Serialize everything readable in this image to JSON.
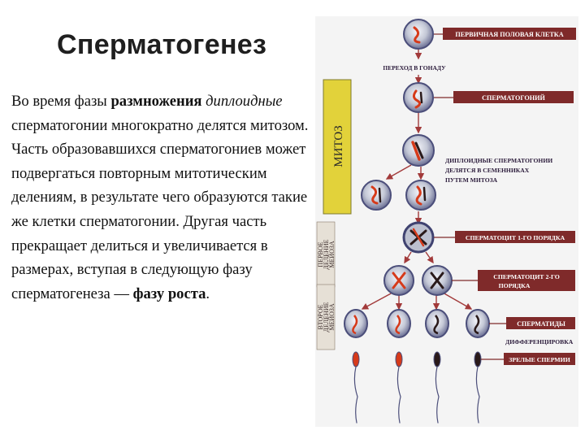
{
  "title": "Сперматогенез",
  "paragraph": {
    "p1": "Во время фазы ",
    "b1": "размножения",
    "i1": "диплоидные",
    "p2": " сперматогонии многократно делятся митозом. Часть образовавшихся сперматогониев может подвергаться повторным митотическим делениям, в результате чего образуются такие же клетки сперматогонии. Другая часть прекращает делиться и увеличивается в размерах, вступая в следующую фазу сперматогенеза — ",
    "b2": "фазу роста",
    "p3": "."
  },
  "diagram": {
    "labels": {
      "primary_cell": "ПЕРВИЧНАЯ ПОЛОВАЯ КЛЕТКА",
      "transition": "ПЕРЕХОД В ГОНАДУ",
      "spermatogonium": "СПЕРМАТОГОНИЙ",
      "diploid_line1": "ДИПЛОИДНЫЕ СПЕРМАТОГОНИИ",
      "diploid_line2": "ДЕЛЯТСЯ В СЕМЕННИКАХ",
      "diploid_line3": "ПУТЕМ МИТОЗА",
      "spermatocyte1": "СПЕРМАТОЦИТ 1-ГО ПОРЯДКА",
      "spermatocyte2_line1": "СПЕРМАТОЦИТ 2-ГО",
      "spermatocyte2_line2": "ПОРЯДКА",
      "spermatids": "СПЕРМАТИДЫ",
      "differentiation": "ДИФФЕРЕНЦИРОВКА",
      "mature": "ЗРЕЛЫЕ СПЕРМИИ"
    },
    "side_labels": {
      "mitosis": "МИТОЗ",
      "meiosis1_line1": "ПЕРВОЕ",
      "meiosis1_line2": "ДЕЛЕНИЕ",
      "meiosis1_line3": "МЕЙОЗА",
      "meiosis2_line1": "ВТОРОЕ",
      "meiosis2_line2": "ДЕЛЕНИЕ",
      "meiosis2_line3": "МЕЙОЗА"
    },
    "colors": {
      "label_bg": "#7f2a2a",
      "label_text": "#ffffff",
      "mitosis_bar": "#e2d23a",
      "cell_fill": "#bcc0cf",
      "cell_ring": "#4b4e7a",
      "chromosome_red": "#d63a1a",
      "chromosome_dark": "#2a1a1a",
      "arrow": "#a23a3a"
    }
  }
}
